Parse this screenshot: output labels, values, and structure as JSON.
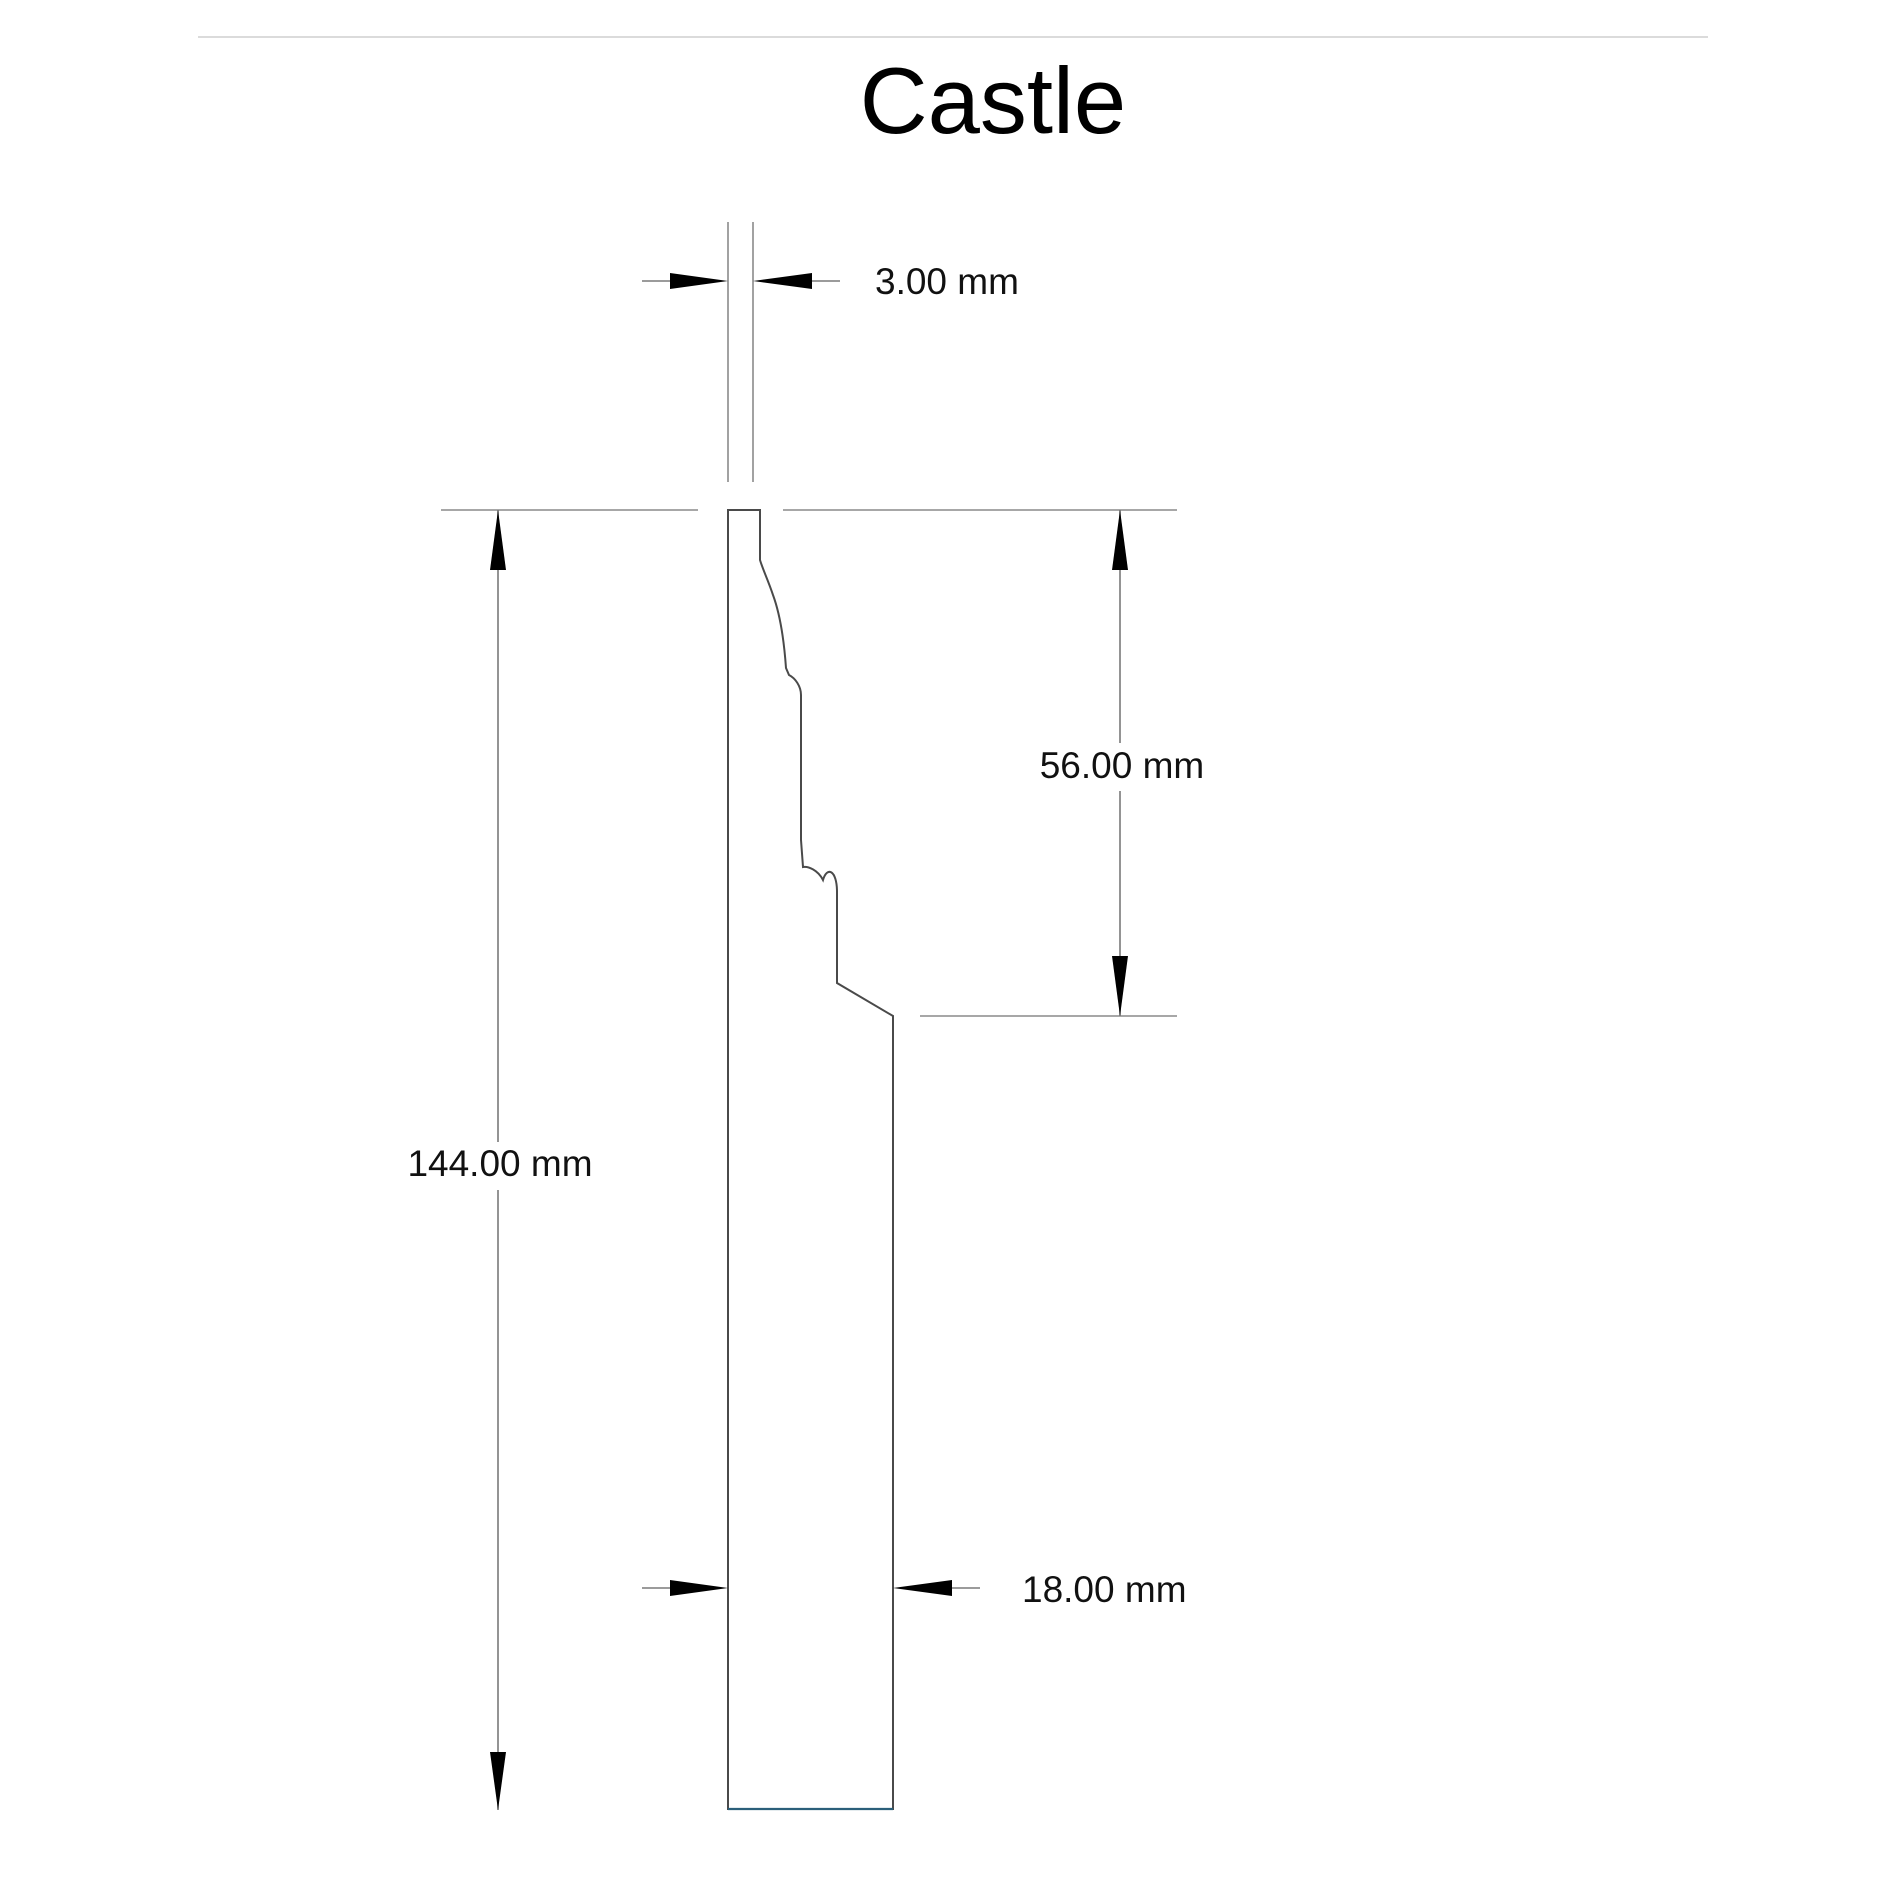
{
  "title": "Castle",
  "dimensions": {
    "top_gap": "3.00 mm",
    "shaped_height": "56.00 mm",
    "total_height": "144.00 mm",
    "thickness": "18.00 mm"
  }
}
